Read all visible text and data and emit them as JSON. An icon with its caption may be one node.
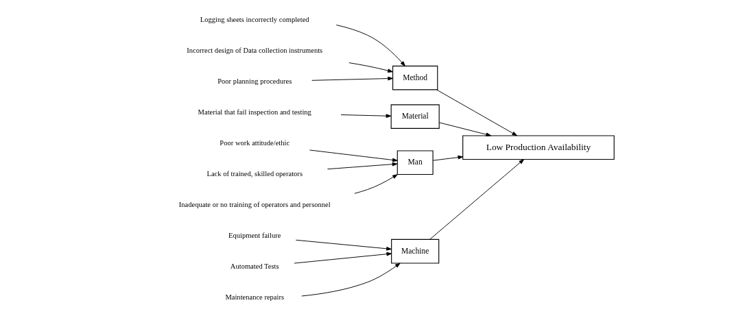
{
  "diagram": {
    "nodes": [
      {
        "text": [
          "Machine"
        ]
      },
      {
        "text": [
          "Method"
        ]
      },
      {
        "text": [
          "Low Production Availability"
        ]
      },
      {
        "text": [
          "Material"
        ]
      },
      {
        "text": [
          "Man"
        ]
      },
      {
        "text": [
          "Equipment failure"
        ]
      },
      {
        "text": [
          "Automated Tests"
        ]
      },
      {
        "text": [
          "Maintenance repairs"
        ]
      },
      {
        "text": [
          "Logging sheets incorrectly completed"
        ]
      },
      {
        "text": [
          "Incorrect design of Data collection instruments"
        ]
      },
      {
        "text": [
          "Poor planning procedures"
        ]
      },
      {
        "text": [
          "Material that fail inspection and testing"
        ]
      },
      {
        "text": [
          "Poor work attitude/ethic"
        ]
      },
      {
        "text": [
          "Lack of trained, skilled operators"
        ]
      },
      {
        "text": [
          "Inadequate or no training of operators and personnel"
        ]
      }
    ],
    "edges": [
      {
        "from": 5,
        "to": 0,
        "arrow": "to"
      },
      {
        "from": 6,
        "to": 0,
        "arrow": "to"
      },
      {
        "from": 7,
        "to": 0,
        "arrow": "to"
      },
      {
        "from": 8,
        "to": 1,
        "arrow": "to"
      },
      {
        "from": 9,
        "to": 1,
        "arrow": "to"
      },
      {
        "from": 10,
        "to": 1,
        "arrow": "to"
      },
      {
        "from": 11,
        "to": 3,
        "arrow": "to"
      },
      {
        "from": 12,
        "to": 4,
        "arrow": "to"
      },
      {
        "from": 13,
        "to": 4,
        "arrow": "to"
      },
      {
        "from": 14,
        "to": 4,
        "arrow": "to"
      },
      {
        "from": 0,
        "to": 2,
        "arrow": "to"
      },
      {
        "from": 1,
        "to": 2,
        "arrow": "to"
      },
      {
        "from": 3,
        "to": 2,
        "arrow": "to"
      },
      {
        "from": 4,
        "to": 2,
        "arrow": "to"
      }
    ]
  }
}
